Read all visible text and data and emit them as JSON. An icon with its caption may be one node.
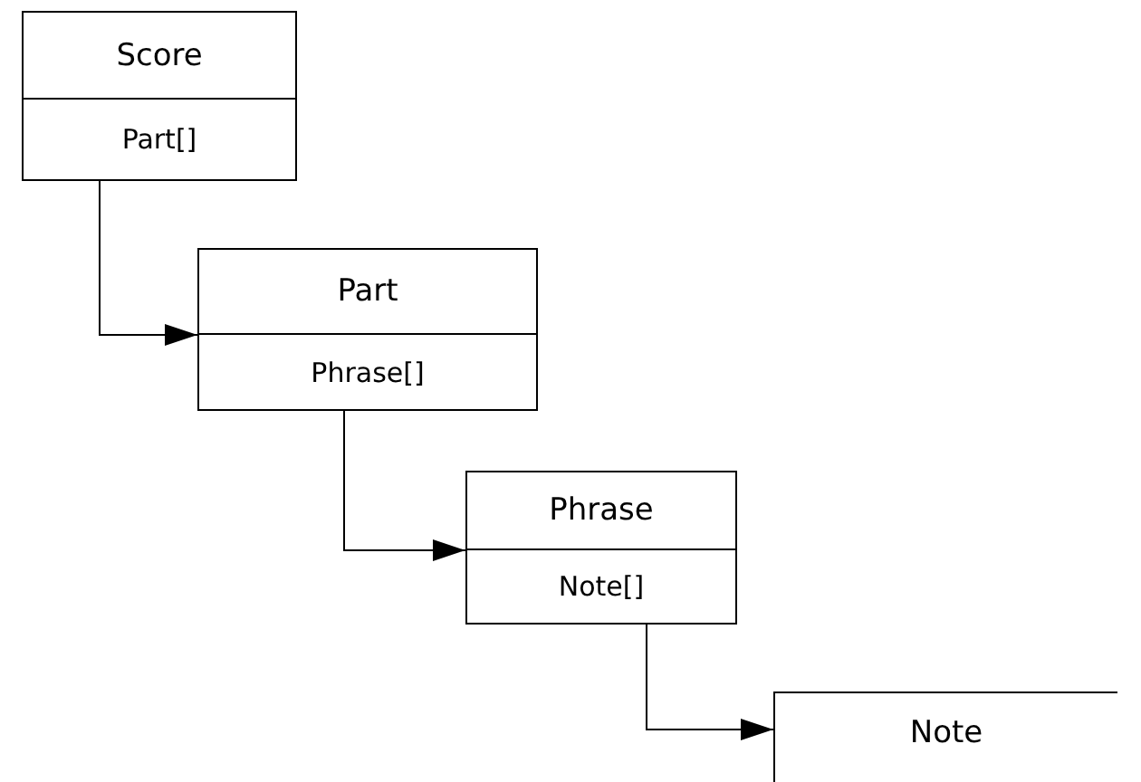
{
  "diagram": {
    "nodes": [
      {
        "text": [
          "Score",
          "Part[]"
        ]
      },
      {
        "text": [
          "Part",
          "Phrase[]"
        ]
      },
      {
        "text": [
          "Phrase",
          "Note[]"
        ]
      },
      {
        "text": [
          "Note"
        ]
      }
    ],
    "edges": [
      {
        "from": 0,
        "to": 1,
        "arrow": "to"
      },
      {
        "from": 1,
        "to": 2,
        "arrow": "to"
      },
      {
        "from": 2,
        "to": 3,
        "arrow": "to"
      }
    ]
  }
}
